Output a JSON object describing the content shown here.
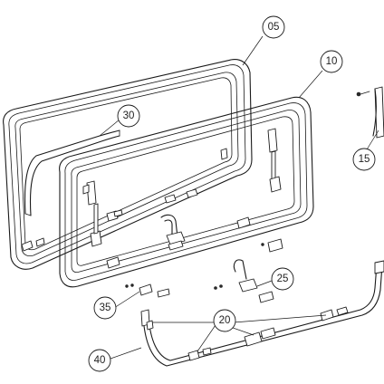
{
  "callouts": [
    {
      "id": "05",
      "label": "05"
    },
    {
      "id": "10",
      "label": "10"
    },
    {
      "id": "15",
      "label": "15"
    },
    {
      "id": "20",
      "label": "20"
    },
    {
      "id": "25",
      "label": "25"
    },
    {
      "id": "30",
      "label": "30"
    },
    {
      "id": "35",
      "label": "35"
    },
    {
      "id": "40",
      "label": "40"
    }
  ]
}
